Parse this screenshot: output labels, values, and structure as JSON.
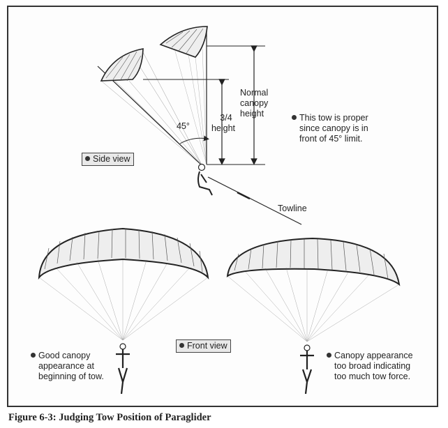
{
  "figure": {
    "caption": "Figure 6-3: Judging Tow Position of Paraglider"
  },
  "side_view": {
    "label": "Side view",
    "angle_label": "45°",
    "three_quarter_label_line1": "3/4",
    "three_quarter_label_line2": "height",
    "normal_height_line1": "Normal",
    "normal_height_line2": "canopy",
    "normal_height_line3": "height",
    "towline_label": "Towline",
    "note_line1": "This tow is proper",
    "note_line2": "since canopy is in",
    "note_line3": "front of 45° limit."
  },
  "front_view": {
    "label": "Front view",
    "good_line1": "Good canopy",
    "good_line2": "appearance at",
    "good_line3": "beginning of tow.",
    "broad_line1": "Canopy appearance",
    "broad_line2": "too broad indicating",
    "broad_line3": "too much tow force."
  },
  "colors": {
    "ink": "#222222",
    "label_box": "#e9e9e9",
    "canopy_fill": "#eeeeee"
  }
}
